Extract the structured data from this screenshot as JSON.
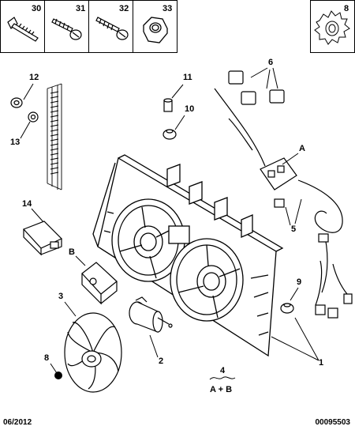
{
  "diagram": {
    "header_refs": [
      "30",
      "31",
      "32",
      "33"
    ],
    "corner_ref": "8",
    "callouts": {
      "c1": "1",
      "c2": "2",
      "c3": "3",
      "c4": "4",
      "c5": "5",
      "c6": "6",
      "c8": "8",
      "c9": "9",
      "c10": "10",
      "c11": "11",
      "c12": "12",
      "c13": "13",
      "c14": "14",
      "cA": "A",
      "cB": "B"
    },
    "assembly_note": "A + B"
  },
  "footer": {
    "date": "06/2012",
    "code": "00095503"
  }
}
